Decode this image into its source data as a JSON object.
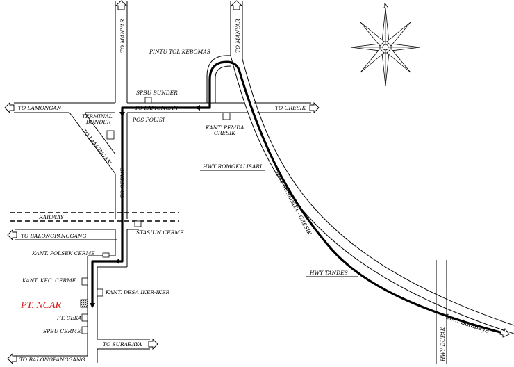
{
  "map": {
    "highlight_color": "#d42020",
    "line_color": "#000000",
    "compass": {
      "north": "N"
    },
    "directions": {
      "to_manyar_left": "TO MANYAR",
      "to_manyar_right": "TO MANYAR",
      "to_lamongan_west": "TO LAMONGAN",
      "to_lamongan_mid": "TO LAMONGAN",
      "to_lamongan_diag": "TO LAMONGAN",
      "to_gresik": "TO GRESIK",
      "to_cerme": "TO CERME",
      "to_balongpanggang_1": "TO BALONGPANGGANG",
      "to_balongpanggang_2": "TO BALONGPANGGANG",
      "to_surabaya": "TO SURABAYA",
      "from_surabaya": "from Surabaya"
    },
    "highways": {
      "surabaya_gresik": "HWY SURABAYA - GRESIK",
      "romokalisari": "HWY ROMOKALISARI",
      "tandes": "HWY TANDES",
      "dupak": "HWY DUPAK"
    },
    "places": {
      "pintu_tol": "PINTU TOL KEBOMAS",
      "spbu_bunder": "SPBU BUNDER",
      "terminal_bunder_1": "TERMINAL",
      "terminal_bunder_2": "BUNDER",
      "pos_polisi": "POS POLISI",
      "kant_pemda_1": "KANT. PEMDA",
      "kant_pemda_2": "GRESIK",
      "railway": "RAILWAY",
      "stasiun_cerme": "STASIUN CERME",
      "kant_polsek": "KANT. POLSEK CERME",
      "kant_kec": "KANT. KEC. CERME",
      "kant_desa": "KANT. DESA IKER-IKER",
      "pt_ncar": "PT. NCAR",
      "pt_ceka": "PT. CEKA",
      "spbu_cerme": "SPBU CERME"
    }
  }
}
